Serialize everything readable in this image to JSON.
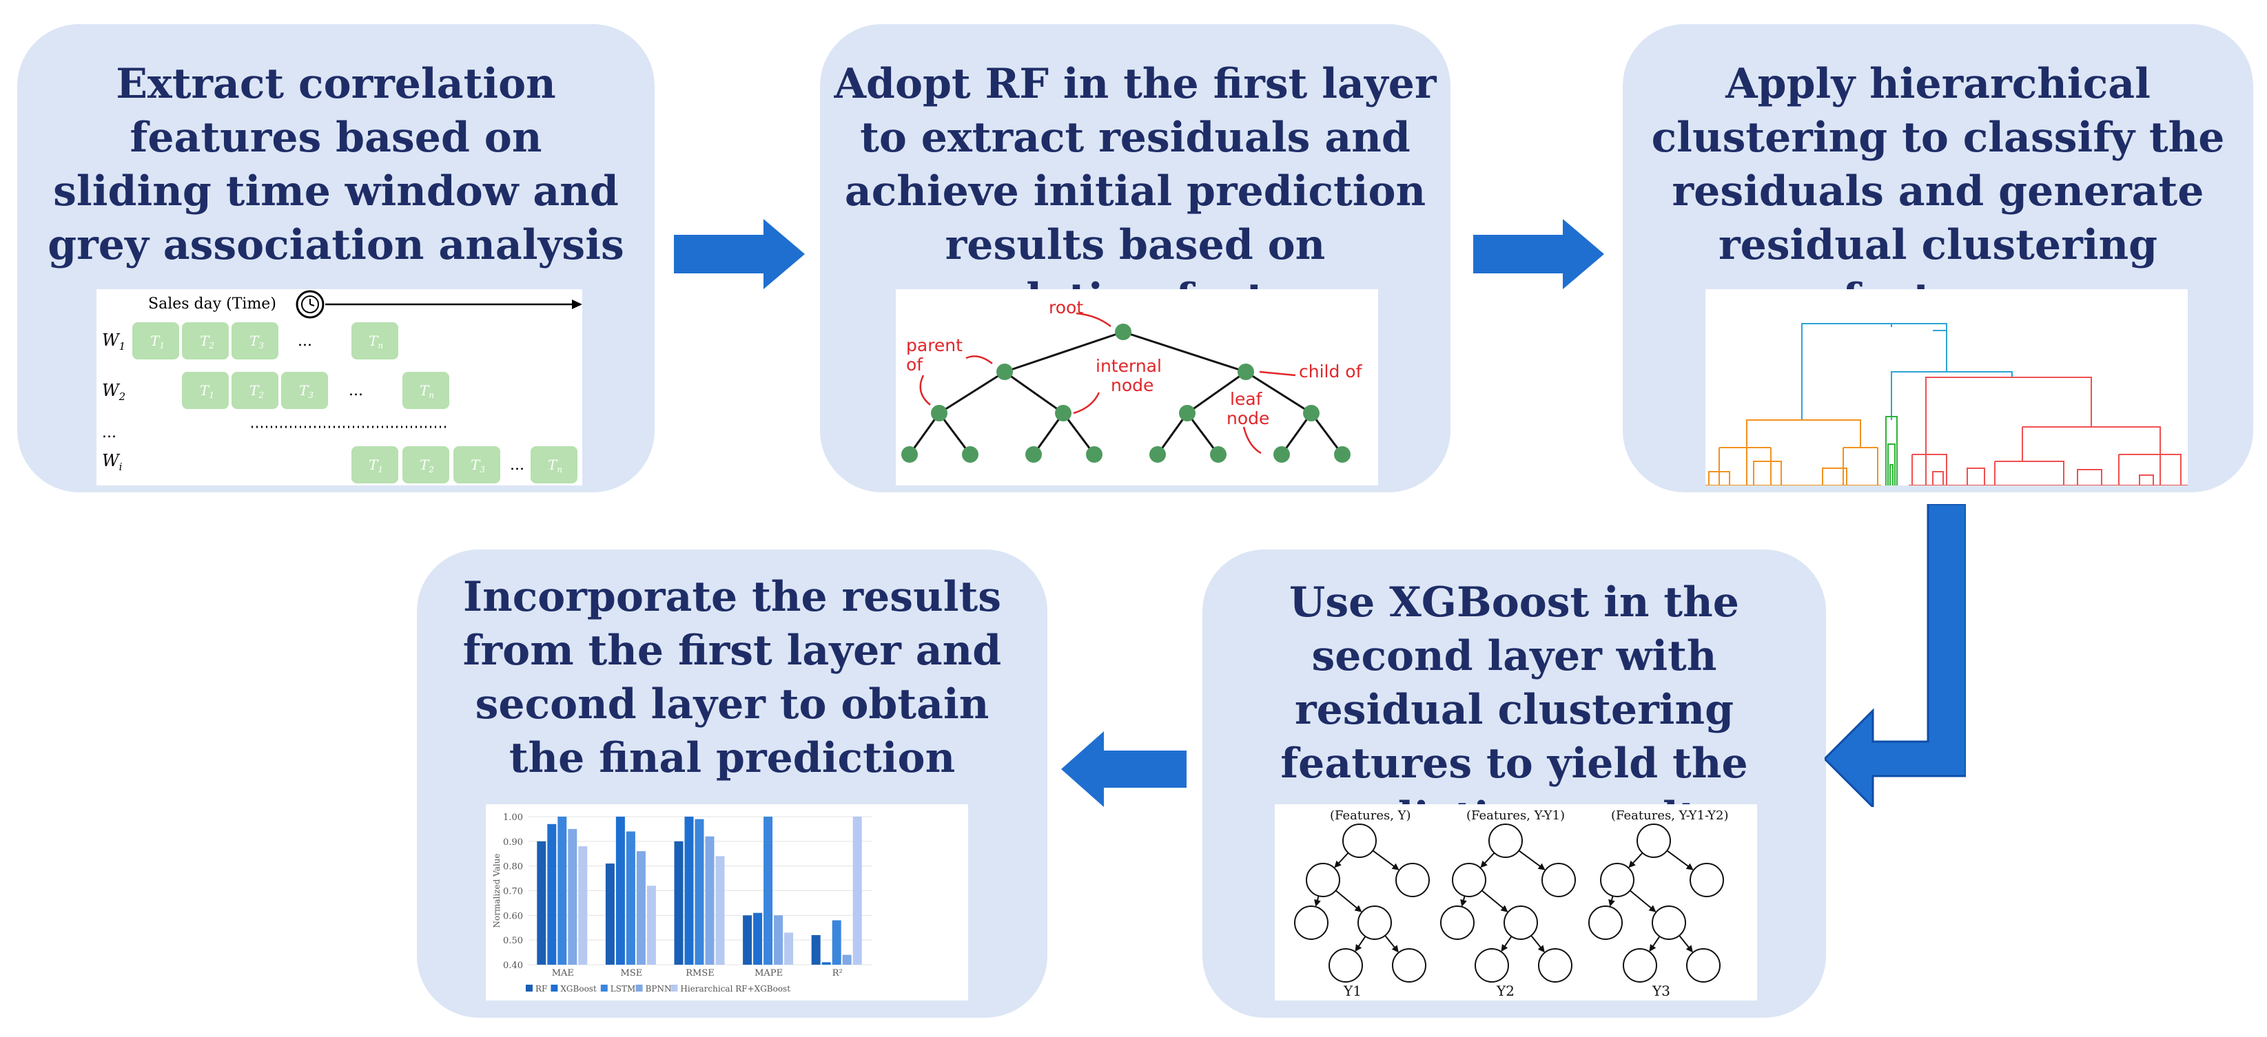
{
  "steps": {
    "step1": {
      "text": "Extract correlation features based on sliding time window and grey association analysis"
    },
    "step2": {
      "text": "Adopt RF in the first layer to extract residuals and achieve initial prediction results based on correlation features"
    },
    "step3": {
      "text": "Apply hierarchical clustering to classify the residuals and generate residual clustering features"
    },
    "step4": {
      "text": "Use XGBoost in the second layer with residual clustering features to yield the prediction results"
    },
    "step5": {
      "text": "Incorporate the results from the first layer and second layer to obtain the final prediction"
    }
  },
  "window": {
    "axis_label": "Sales day (Time)",
    "rows": [
      {
        "label": "W",
        "sub": "1"
      },
      {
        "label": "W",
        "sub": "2"
      },
      {
        "label": "...",
        "sub": ""
      },
      {
        "label": "W",
        "sub": "i"
      }
    ],
    "cell_labels": {
      "t1": "T",
      "t2": "T",
      "t3": "T",
      "tn": "T"
    },
    "cell_subs": {
      "s1": "1",
      "s2": "2",
      "s3": "3",
      "sn": "n"
    },
    "ellipsis": "..."
  },
  "tree": {
    "labels": {
      "root": "root",
      "parent_of_1": "parent",
      "parent_of_2": "of",
      "internal_1": "internal",
      "internal_2": "node",
      "child_of": "child of",
      "leaf_1": "leaf",
      "leaf_2": "node"
    },
    "colors": {
      "node": "#4e9a5e",
      "annotation": "#e0262a"
    }
  },
  "xgb": {
    "headers": [
      "(Features, Y)",
      "(Features, Y-Y1)",
      "(Features, Y-Y1-Y2)"
    ],
    "outputs": [
      "Y1",
      "Y2",
      "Y3"
    ]
  },
  "chart_data": {
    "type": "bar",
    "ylabel": "Normalized Value",
    "ylim": [
      0.4,
      1.0
    ],
    "yticks": [
      "0.40",
      "0.50",
      "0.60",
      "0.70",
      "0.80",
      "0.90",
      "1.00"
    ],
    "categories": [
      "MAE",
      "MSE",
      "RMSE",
      "MAPE",
      "R²"
    ],
    "series": [
      {
        "name": "RF",
        "color": "#1a5fb4",
        "values": [
          0.9,
          0.81,
          0.9,
          0.6,
          0.52
        ]
      },
      {
        "name": "XGBoost",
        "color": "#1f6fd0",
        "values": [
          0.97,
          1.0,
          1.0,
          0.61,
          0.41
        ]
      },
      {
        "name": "LSTM",
        "color": "#3a86dd",
        "values": [
          1.0,
          0.94,
          0.99,
          1.0,
          0.58
        ]
      },
      {
        "name": "BPNN",
        "color": "#7fa8e6",
        "values": [
          0.95,
          0.86,
          0.92,
          0.6,
          0.44
        ]
      },
      {
        "name": "Hierarchical RF+XGBoost",
        "color": "#b6c9f2",
        "values": [
          0.88,
          0.72,
          0.84,
          0.53,
          1.0
        ]
      }
    ]
  },
  "colors": {
    "box": "#dbe5f5",
    "title": "#1f2d67",
    "arrow": "#1f6fd0",
    "cell": "#b8e0b0"
  }
}
